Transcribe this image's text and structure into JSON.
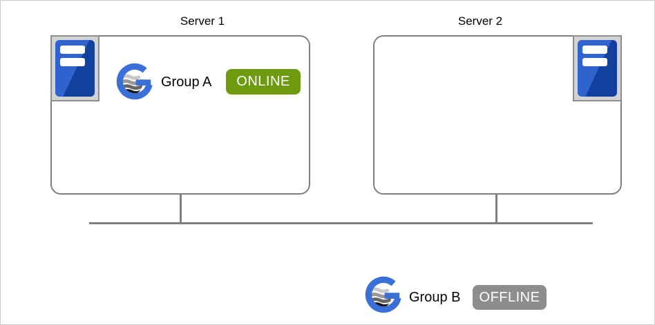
{
  "diagram_title": "failover-cluster-diagram",
  "servers": [
    {
      "label": "Server 1",
      "icon": "tower-server-icon",
      "groups": [
        {
          "name": "Group A",
          "status": "ONLINE",
          "icon": "group-sphere-icon"
        }
      ]
    },
    {
      "label": "Server 2",
      "icon": "tower-server-icon",
      "groups": []
    }
  ],
  "unplaced_groups": [
    {
      "name": "Group B",
      "status": "OFFLINE",
      "icon": "group-sphere-icon"
    }
  ],
  "colors": {
    "online_bg": "#6e9a0f",
    "offline_bg": "#8d8d8d",
    "badge_text": "#ffffff",
    "line_gray": "#7f7f7f",
    "box_border": "#7f7f7f",
    "icon_frame_bg": "#d3d3d3",
    "icon_frame_border": "#8d8d8d",
    "tower_blue_light": "#2f64ce",
    "tower_blue_dark": "#11409e",
    "group_ring_blue": "#3b6fd8"
  }
}
